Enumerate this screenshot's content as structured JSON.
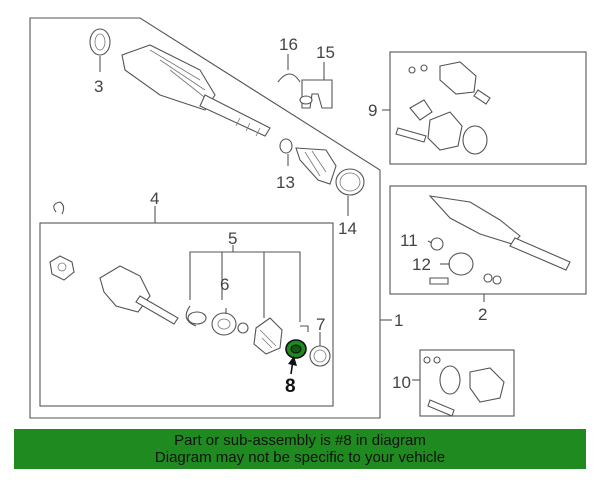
{
  "callouts": {
    "c1": "1",
    "c2": "2",
    "c3": "3",
    "c4": "4",
    "c5": "5",
    "c6": "6",
    "c7": "7",
    "c8": "8",
    "c9": "9",
    "c10": "10",
    "c11": "11",
    "c12": "12",
    "c13": "13",
    "c14": "14",
    "c15": "15",
    "c16": "16"
  },
  "highlighted_part": "8",
  "colors": {
    "highlight": "#1f8a1f",
    "banner": "#1f8a1f",
    "line": "#555555"
  },
  "banner": {
    "line1": "Part or sub-assembly is #8 in diagram",
    "line2": "Diagram may not be specific to your vehicle"
  }
}
